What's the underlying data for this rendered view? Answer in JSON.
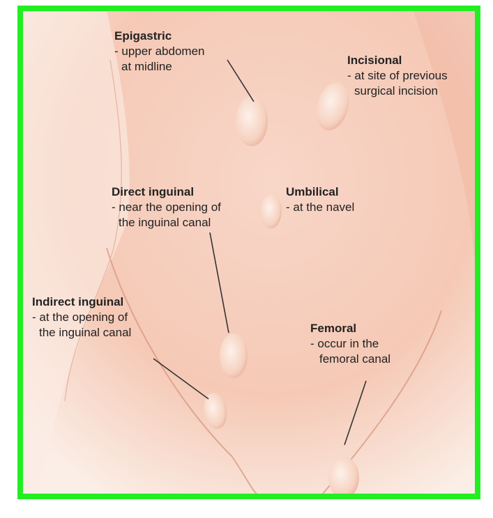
{
  "colors": {
    "frame_border": "#22ee22",
    "skin_light": "#fbeee6",
    "skin_dark": "#efb6a1",
    "bulge": "#f7d3c3",
    "line": "#333333",
    "text": "#222222"
  },
  "labels": {
    "epigastric": {
      "title": "Epigastric",
      "line1": "- upper abdomen",
      "line2": "at midline"
    },
    "incisional": {
      "title": "Incisional",
      "line1": "- at site of previous",
      "line2": "surgical incision"
    },
    "direct_inguinal": {
      "title": "Direct inguinal",
      "line1": "- near the opening of",
      "line2": "the inguinal canal"
    },
    "umbilical": {
      "title": "Umbilical",
      "line1": "- at the navel"
    },
    "indirect_inguinal": {
      "title": "Indirect inguinal",
      "line1": "- at the opening of",
      "line2": "the inguinal canal"
    },
    "femoral": {
      "title": "Femoral",
      "line1": "- occur in the",
      "line2": "femoral canal"
    }
  }
}
